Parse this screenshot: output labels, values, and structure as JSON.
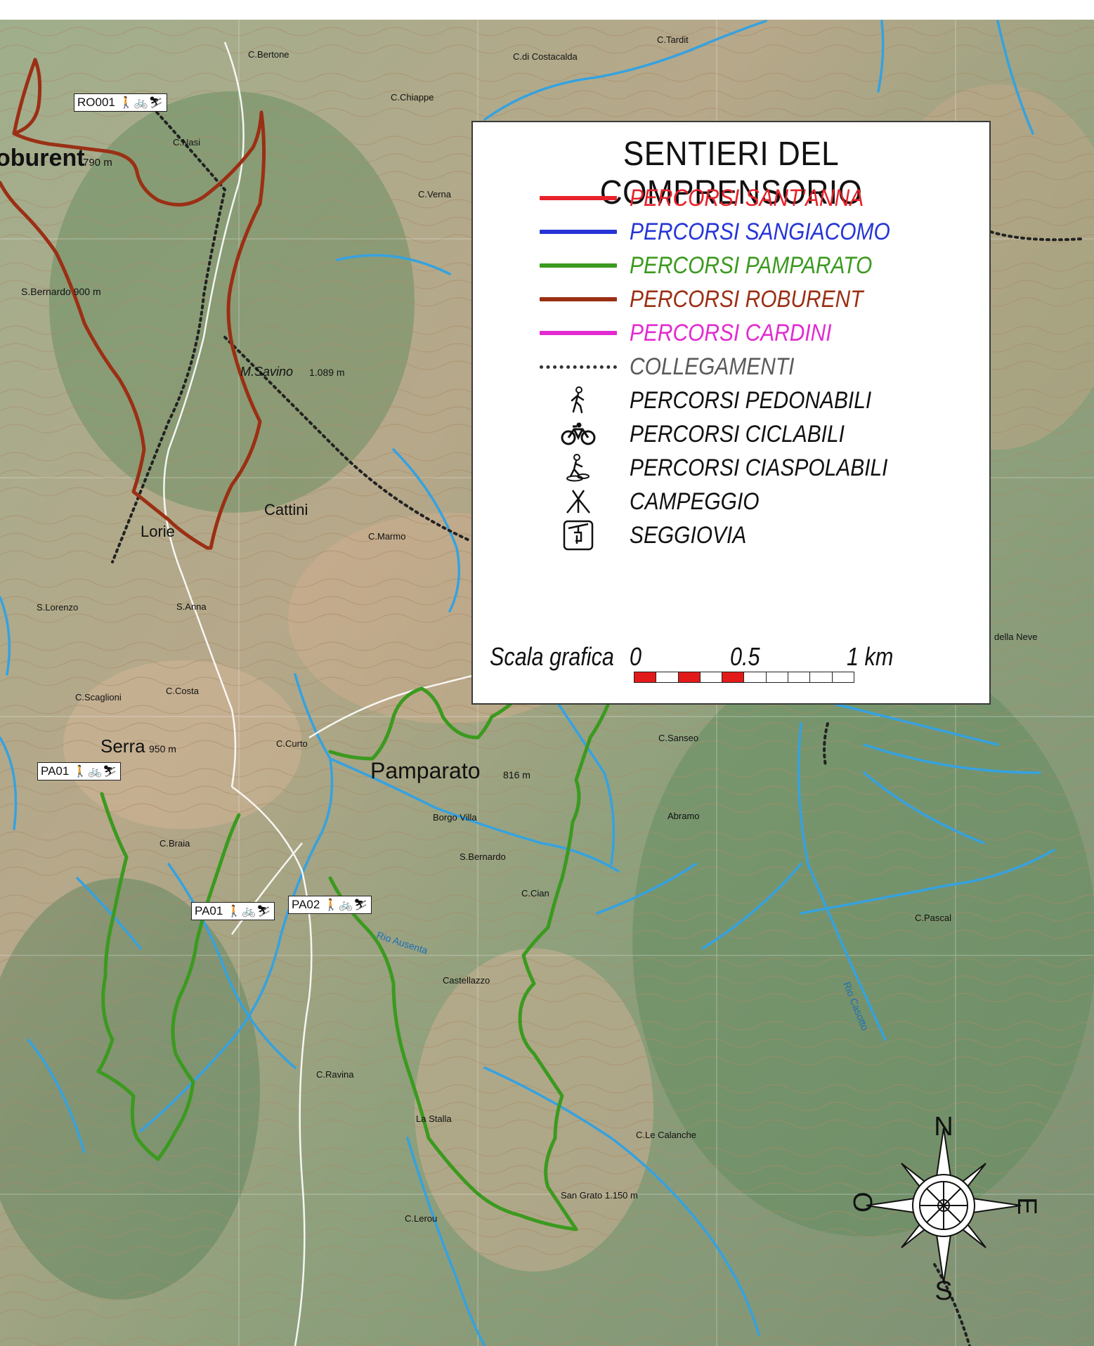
{
  "legend": {
    "title": "SENTIERI DEL COMPRENSORIO",
    "items": [
      {
        "label": "PERCORSI SANT'ANNA",
        "color": "#e8222a",
        "symbol": "line"
      },
      {
        "label": "PERCORSI SANGIACOMO",
        "color": "#2535d6",
        "symbol": "line"
      },
      {
        "label": "PERCORSI PAMPARATO",
        "color": "#3b9a1f",
        "symbol": "line"
      },
      {
        "label": "PERCORSI ROBURENT",
        "color": "#9b2f14",
        "symbol": "line"
      },
      {
        "label": "PERCORSI CARDINI",
        "color": "#e22ad0",
        "symbol": "line"
      },
      {
        "label": "COLLEGAMENTI",
        "color": "#5a5a5a",
        "symbol": "dotted"
      },
      {
        "label": "PERCORSI PEDONABILI",
        "color": "#111111",
        "symbol": "hiker-icon"
      },
      {
        "label": "PERCORSI CICLABILI",
        "color": "#111111",
        "symbol": "bicycle-icon"
      },
      {
        "label": "PERCORSI CIASPOLABILI",
        "color": "#111111",
        "symbol": "snowshoe-icon"
      },
      {
        "label": "CAMPEGGIO",
        "color": "#111111",
        "symbol": "tent-icon"
      },
      {
        "label": "SEGGIOVIA",
        "color": "#111111",
        "symbol": "chairlift-icon"
      }
    ],
    "scale": {
      "label": "Scala grafica",
      "ticks": [
        "0",
        "0.5",
        "1 km"
      ],
      "colors": [
        "#e21a1a",
        "#ffffff"
      ]
    }
  },
  "places": [
    {
      "id": "roburent",
      "label": "oburent",
      "elev": "790 m"
    },
    {
      "id": "san-bernardo",
      "label": "S.Bernardo 900 m"
    },
    {
      "id": "m-savino",
      "label": "M.Savino",
      "elev": "1.089 m"
    },
    {
      "id": "cattini",
      "label": "Cattini"
    },
    {
      "id": "lorie",
      "label": "Lorie"
    },
    {
      "id": "serra",
      "label": "Serra",
      "elev": "950 m"
    },
    {
      "id": "pamparato",
      "label": "Pamparato",
      "elev": "816 m"
    },
    {
      "id": "c-bertone",
      "label": "C.Bertone"
    },
    {
      "id": "c-tardit",
      "label": "C.Tardit"
    },
    {
      "id": "c-costacalda",
      "label": "C.di Costacalda"
    },
    {
      "id": "c-chiappe",
      "label": "C.Chiappe"
    },
    {
      "id": "c-nasi",
      "label": "C.Nasi"
    },
    {
      "id": "c-verna",
      "label": "C.Verna"
    },
    {
      "id": "c-marmo",
      "label": "C.Marmo"
    },
    {
      "id": "c-costa",
      "label": "C.Costa"
    },
    {
      "id": "c-curto",
      "label": "C.Curto"
    },
    {
      "id": "c-sanseo",
      "label": "C.Sanseo"
    },
    {
      "id": "s-anna",
      "label": "S.Anna"
    },
    {
      "id": "s-lorenzo",
      "label": "S.Lorenzo"
    },
    {
      "id": "c-braia",
      "label": "C.Braia"
    },
    {
      "id": "borgo-villa",
      "label": "Borgo Villa"
    },
    {
      "id": "s-bernardo-2",
      "label": "S.Bernardo"
    },
    {
      "id": "abramo",
      "label": "Abramo"
    },
    {
      "id": "c-cian",
      "label": "C.Cian"
    },
    {
      "id": "c-ravina",
      "label": "C.Ravina"
    },
    {
      "id": "la-stalla",
      "label": "La Stalla"
    },
    {
      "id": "c-le-calanche",
      "label": "C.Le Calanche"
    },
    {
      "id": "san-grato",
      "label": "San Grato 1.150 m"
    },
    {
      "id": "castellazzo",
      "label": "Castellazzo"
    },
    {
      "id": "c-lerou",
      "label": "C.Lerou"
    },
    {
      "id": "della-neve",
      "label": "della Neve"
    },
    {
      "id": "rio-casotto",
      "label": "Rio Casotto"
    },
    {
      "id": "rio-ausenta",
      "label": "Rio Ausenta"
    },
    {
      "id": "c-scaglioni",
      "label": "C.Scaglioni"
    },
    {
      "id": "c-pascal",
      "label": "C.Pascal"
    }
  ],
  "trail_tags": [
    {
      "id": "RO001",
      "code": "RO001",
      "icons": "🚶🚲⛷"
    },
    {
      "id": "PA01-serra",
      "code": "PA01",
      "icons": "🚶🚲⛷"
    },
    {
      "id": "PA01-center",
      "code": "PA01",
      "icons": "🚶🚲⛷"
    },
    {
      "id": "PA02",
      "code": "PA02",
      "icons": "🚶🚲⛷"
    }
  ],
  "compass": {
    "n": "N",
    "s": "S",
    "e": "E",
    "w": "O"
  }
}
